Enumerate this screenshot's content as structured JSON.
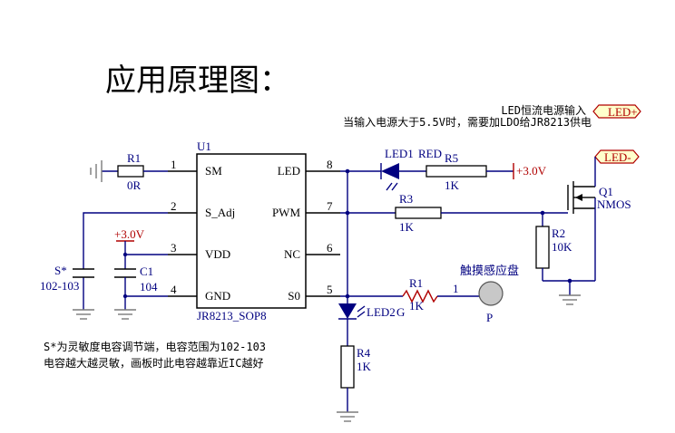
{
  "title": "应用原理图：",
  "notes": {
    "led_input": "LED恒流电源输入",
    "led_input_cond": "当输入电源大于5.5V时，需要加LDO给JR8213供电",
    "s_note_1": "S*为灵敏度电容调节端，电容范围为102-103",
    "s_note_2": "电容越大越灵敏，画板时此电容越靠近IC越好"
  },
  "ic": {
    "ref": "U1",
    "part": "JR8213_SOP8",
    "pins_left": [
      {
        "num": "1",
        "name": "SM"
      },
      {
        "num": "2",
        "name": "S_Adj"
      },
      {
        "num": "3",
        "name": "VDD"
      },
      {
        "num": "4",
        "name": "GND"
      }
    ],
    "pins_right": [
      {
        "num": "8",
        "name": "LED"
      },
      {
        "num": "7",
        "name": "PWM"
      },
      {
        "num": "6",
        "name": "NC"
      },
      {
        "num": "5",
        "name": "S0"
      }
    ]
  },
  "components": {
    "r1": {
      "ref": "R1",
      "value": "0R"
    },
    "r1_touch": {
      "ref": "R1",
      "value": "1K",
      "pin": "1"
    },
    "r2": {
      "ref": "R2",
      "value": "10K"
    },
    "r3": {
      "ref": "R3",
      "value": "1K"
    },
    "r4": {
      "ref": "R4",
      "value": "1K"
    },
    "r5": {
      "ref": "R5",
      "value": "1K"
    },
    "c1": {
      "ref": "C1",
      "value": "104"
    },
    "cs": {
      "ref": "S*",
      "value": "102-103"
    },
    "led1": {
      "ref": "LED1",
      "color": "RED"
    },
    "led2": {
      "ref": "LED2",
      "color": "G"
    },
    "q1": {
      "ref": "Q1",
      "type": "NMOS"
    },
    "pad": {
      "label": "触摸感应盘",
      "ref": "P"
    }
  },
  "power": {
    "v1": "+3.0V",
    "v2": "+3.0V",
    "port1": "LED+",
    "port2": "LED-"
  },
  "colors": {
    "wire": "#000080",
    "symbol": "#000000",
    "power": "#b00000",
    "port_fill": "#ffffcc",
    "ground": "#7a7a7a"
  }
}
